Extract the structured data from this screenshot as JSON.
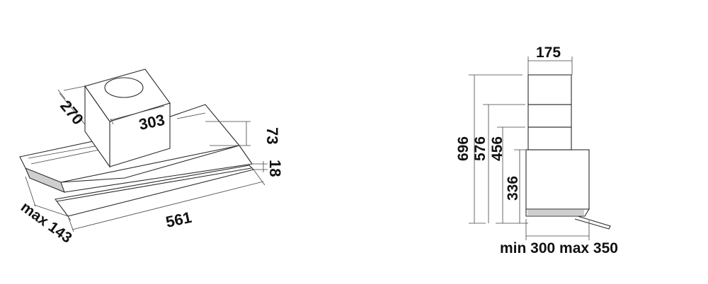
{
  "left_view": {
    "depth": "270",
    "width_top": "303",
    "height_chimney": "73",
    "height_base": "18",
    "width_total": "561",
    "extension": "max 143"
  },
  "right_view": {
    "top_width": "175",
    "height_696": "696",
    "height_576": "576",
    "height_456": "456",
    "height_336": "336",
    "bottom_range": "min 300 max 350"
  },
  "colors": {
    "line": "#2b2b2b",
    "shade": "#cfcfcf",
    "text": "#111111"
  }
}
